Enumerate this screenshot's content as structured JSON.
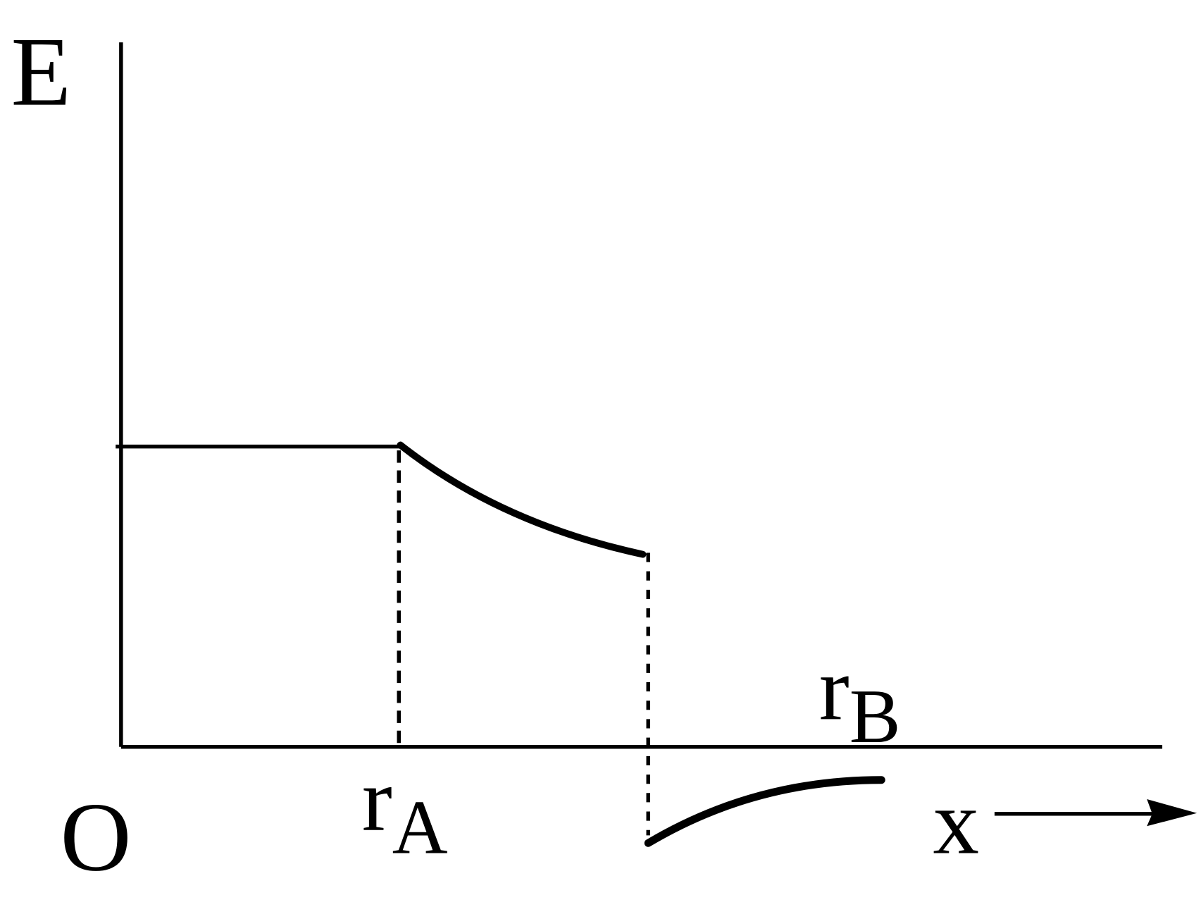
{
  "diagram": {
    "y_axis_label": "E",
    "x_axis_label": "x",
    "origin_label": "O",
    "marker_a": {
      "main": "r",
      "sub": "A"
    },
    "marker_b": {
      "main": "r",
      "sub": "B"
    },
    "line_color": "#000000"
  }
}
